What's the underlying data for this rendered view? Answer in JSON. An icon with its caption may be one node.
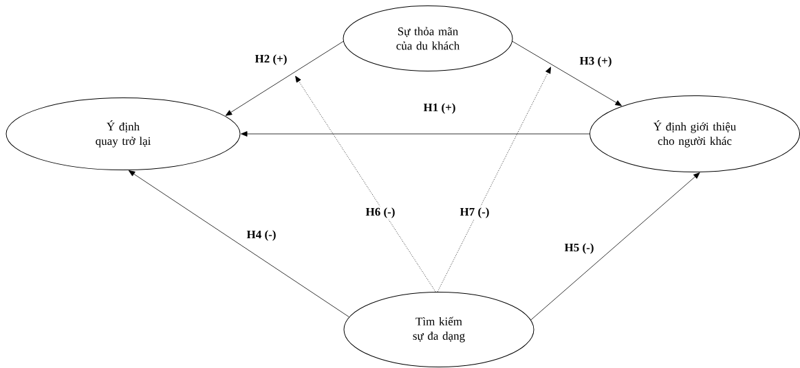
{
  "diagram": {
    "nodes": [
      {
        "text": [
          "Sự thỏa mãn của du khách"
        ]
      },
      {
        "text": [
          "Ý định quay trở lại"
        ]
      },
      {
        "text": [
          "Ý định giới thiệu cho người khác"
        ]
      },
      {
        "text": [
          "Tìm kiếm sự đa dạng"
        ]
      }
    ],
    "edges": [
      {
        "from": 2,
        "to": 1,
        "arrow": "to",
        "label": "H1 (+)"
      },
      {
        "from": 0,
        "to": 1,
        "arrow": "to",
        "label": "H2 (+)"
      },
      {
        "from": 0,
        "to": 2,
        "arrow": "to",
        "label": "H3 (+)"
      },
      {
        "from": 3,
        "to": 1,
        "arrow": "to",
        "label": "H4 (-)"
      },
      {
        "from": 3,
        "to": 2,
        "arrow": "to",
        "label": "H5 (-)"
      },
      {
        "from": 3,
        "to": null,
        "arrow": "to",
        "label": "H6 (-)",
        "style": "dashed"
      },
      {
        "from": 3,
        "to": null,
        "arrow": "to",
        "label": "H7 (-)",
        "style": "dashed"
      }
    ]
  }
}
